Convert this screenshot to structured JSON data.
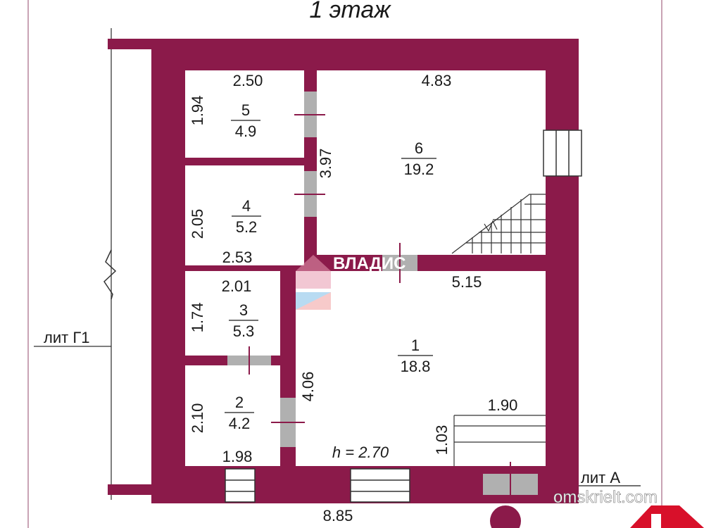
{
  "title": "1 этаж",
  "wall_color": "#8b1a4a",
  "dimensions": {
    "room5_width": "2.50",
    "room5_height": "1.94",
    "room6_width": "4.83",
    "room6_height": "3.97",
    "room4_height": "2.05",
    "room4_width": "2.53",
    "room1_width": "5.15",
    "room3_width": "2.01",
    "room3_height": "1.74",
    "room1_height": "4.06",
    "room2_height": "2.10",
    "room2_width": "1.98",
    "stair_width": "1.90",
    "stair_depth": "1.03",
    "total_width": "8.85"
  },
  "rooms": [
    {
      "number": "5",
      "area": "4.9"
    },
    {
      "number": "4",
      "area": "5.2"
    },
    {
      "number": "3",
      "area": "5.3"
    },
    {
      "number": "2",
      "area": "4.2"
    },
    {
      "number": "6",
      "area": "19.2"
    },
    {
      "number": "1",
      "area": "18.8"
    }
  ],
  "ceiling_height": "h = 2.70",
  "labels": {
    "lit_g1": "лит Г1",
    "lit_a": "лит  А"
  },
  "watermark": {
    "brand": "ВЛАДИС",
    "site": "omskrielt.com"
  }
}
